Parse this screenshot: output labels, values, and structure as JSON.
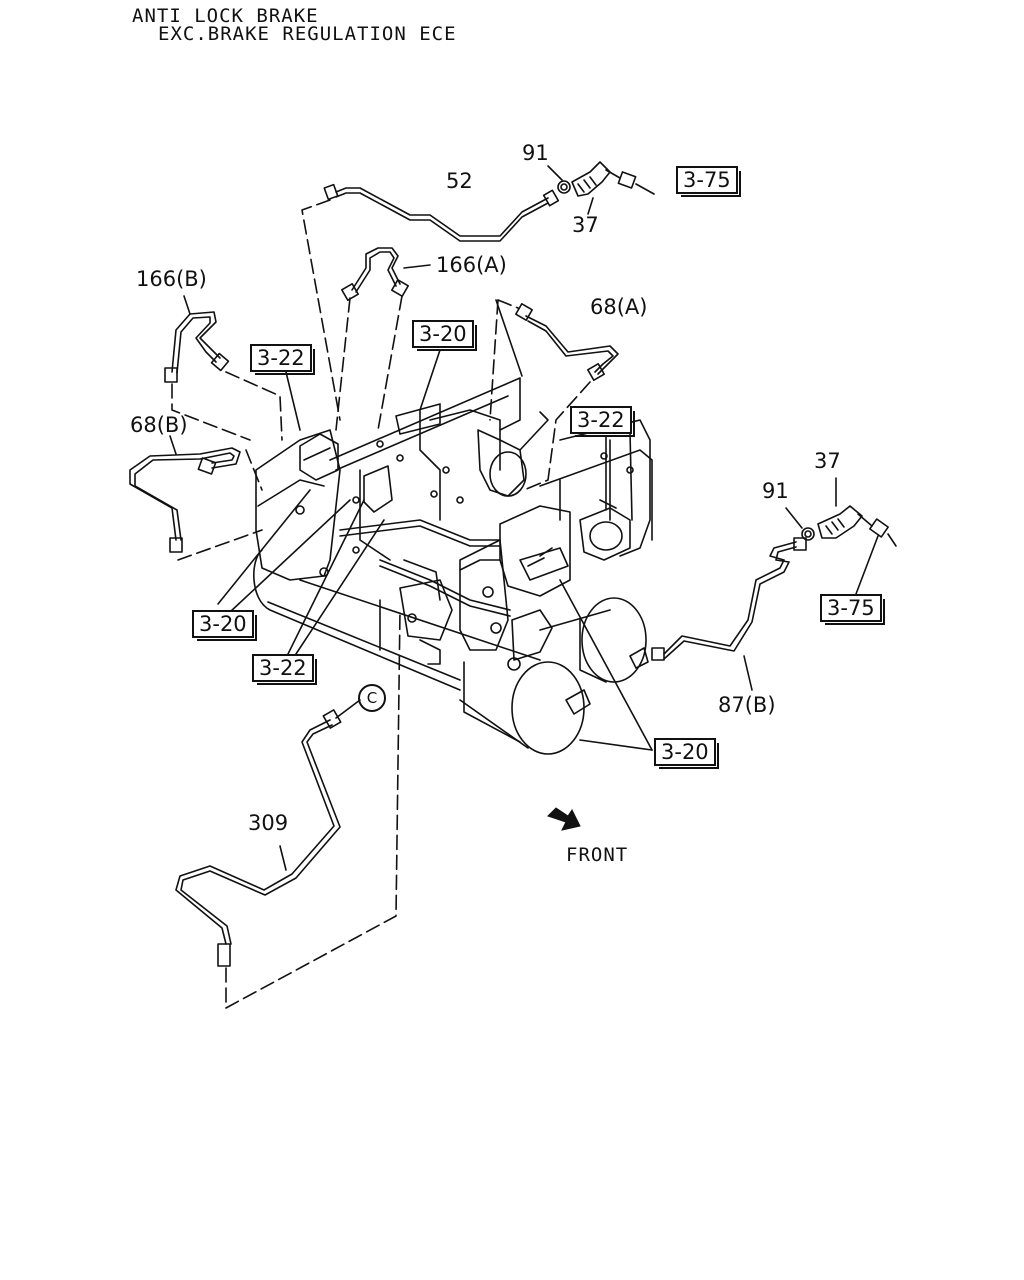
{
  "header": {
    "line1": "ANTI LOCK BRAKE",
    "line2": "EXC.BRAKE REGULATION ECE"
  },
  "labels": {
    "p52": "52",
    "p91_top": "91",
    "p37_top": "37",
    "p166a": "166(A)",
    "p166b": "166(B)",
    "p68a": "68(A)",
    "p68b": "68(B)",
    "p37_right": "37",
    "p91_right": "91",
    "p87b": "87(B)",
    "p309": "309"
  },
  "refs": {
    "r375_top": "3-75",
    "r322_left": "3-22",
    "r320_top": "3-20",
    "r322_right": "3-22",
    "r375_right": "3-75",
    "r320_left": "3-20",
    "r322_bottom": "3-22",
    "r320_bottom": "3-20"
  },
  "connector": "C",
  "direction": "FRONT"
}
